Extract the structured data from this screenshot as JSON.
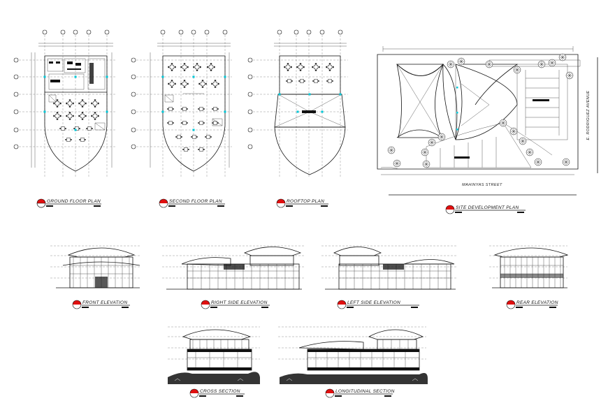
{
  "labels": {
    "ground_floor": "GROUND FLOOR PLAN",
    "second_floor": "SECOND FLOOR PLAN",
    "roof_top": "ROOFTOP PLAN",
    "site_plan": "SITE DEVELOPMENT PLAN",
    "front_elevation": "FRONT ELEVATION",
    "right_elevation": "RIGHT SIDE ELEVATION",
    "left_elevation": "LEFT SIDE ELEVATION",
    "rear_elevation": "REAR ELEVATION",
    "cross_section": "CROSS SECTION",
    "longitudinal_section": "LONGITUDINAL SECTION"
  },
  "streets": {
    "bottom": "MAHINYAS STREET",
    "right": "E. RODRIGUEZ AVENUE"
  },
  "colors": {
    "line": "#111111",
    "marker_red": "#e01010",
    "column_cyan": "#00c8d8",
    "paper": "#ffffff"
  }
}
